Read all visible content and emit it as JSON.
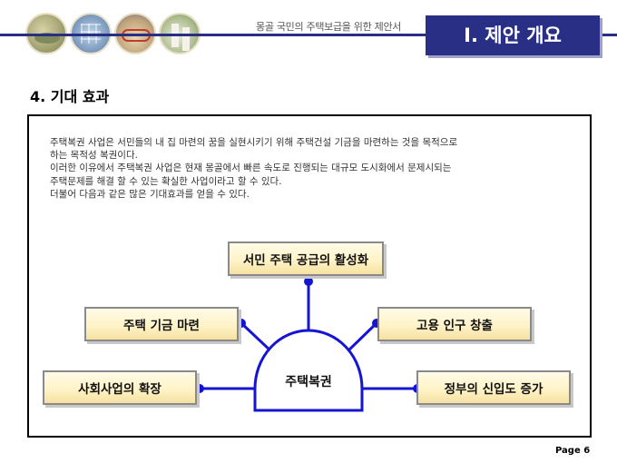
{
  "header": {
    "document_title": "몽골 국민의 주택보급을 위한 제안서",
    "section_tab": "I. 제안 개요"
  },
  "heading": "4. 기대 효과",
  "paragraph_lines": [
    "주택복권 사업은 서민들의 내 집 마련의 꿈을 실현시키기 위해 주택건설 기금을 마련하는 것을 목적으로",
    "하는 목적성 복권이다.",
    "이러한 이유에서 주택복권 사업은 현재 몽골에서 빠른 속도로 진행되는 대규모 도시화에서 문제시되는",
    "주택문제를 해결 할 수 있는 확실한 사업이라고 할 수 있다.",
    "더불어 다음과 같은 많은 기대효과를 얻을 수 있다."
  ],
  "diagram": {
    "center": "주택복권",
    "top": "서민 주택 공급의 활성화",
    "middle_left": "주택 기금 마련",
    "middle_right": "고용 인구 창출",
    "bottom_left": "사회사업의 확장",
    "bottom_right": "정부의 신입도 증가"
  },
  "colors": {
    "navy": "#2a2f86",
    "connector_blue": "#1414d2",
    "box_fill": "#fff3c8"
  },
  "page_label": "Page 6"
}
